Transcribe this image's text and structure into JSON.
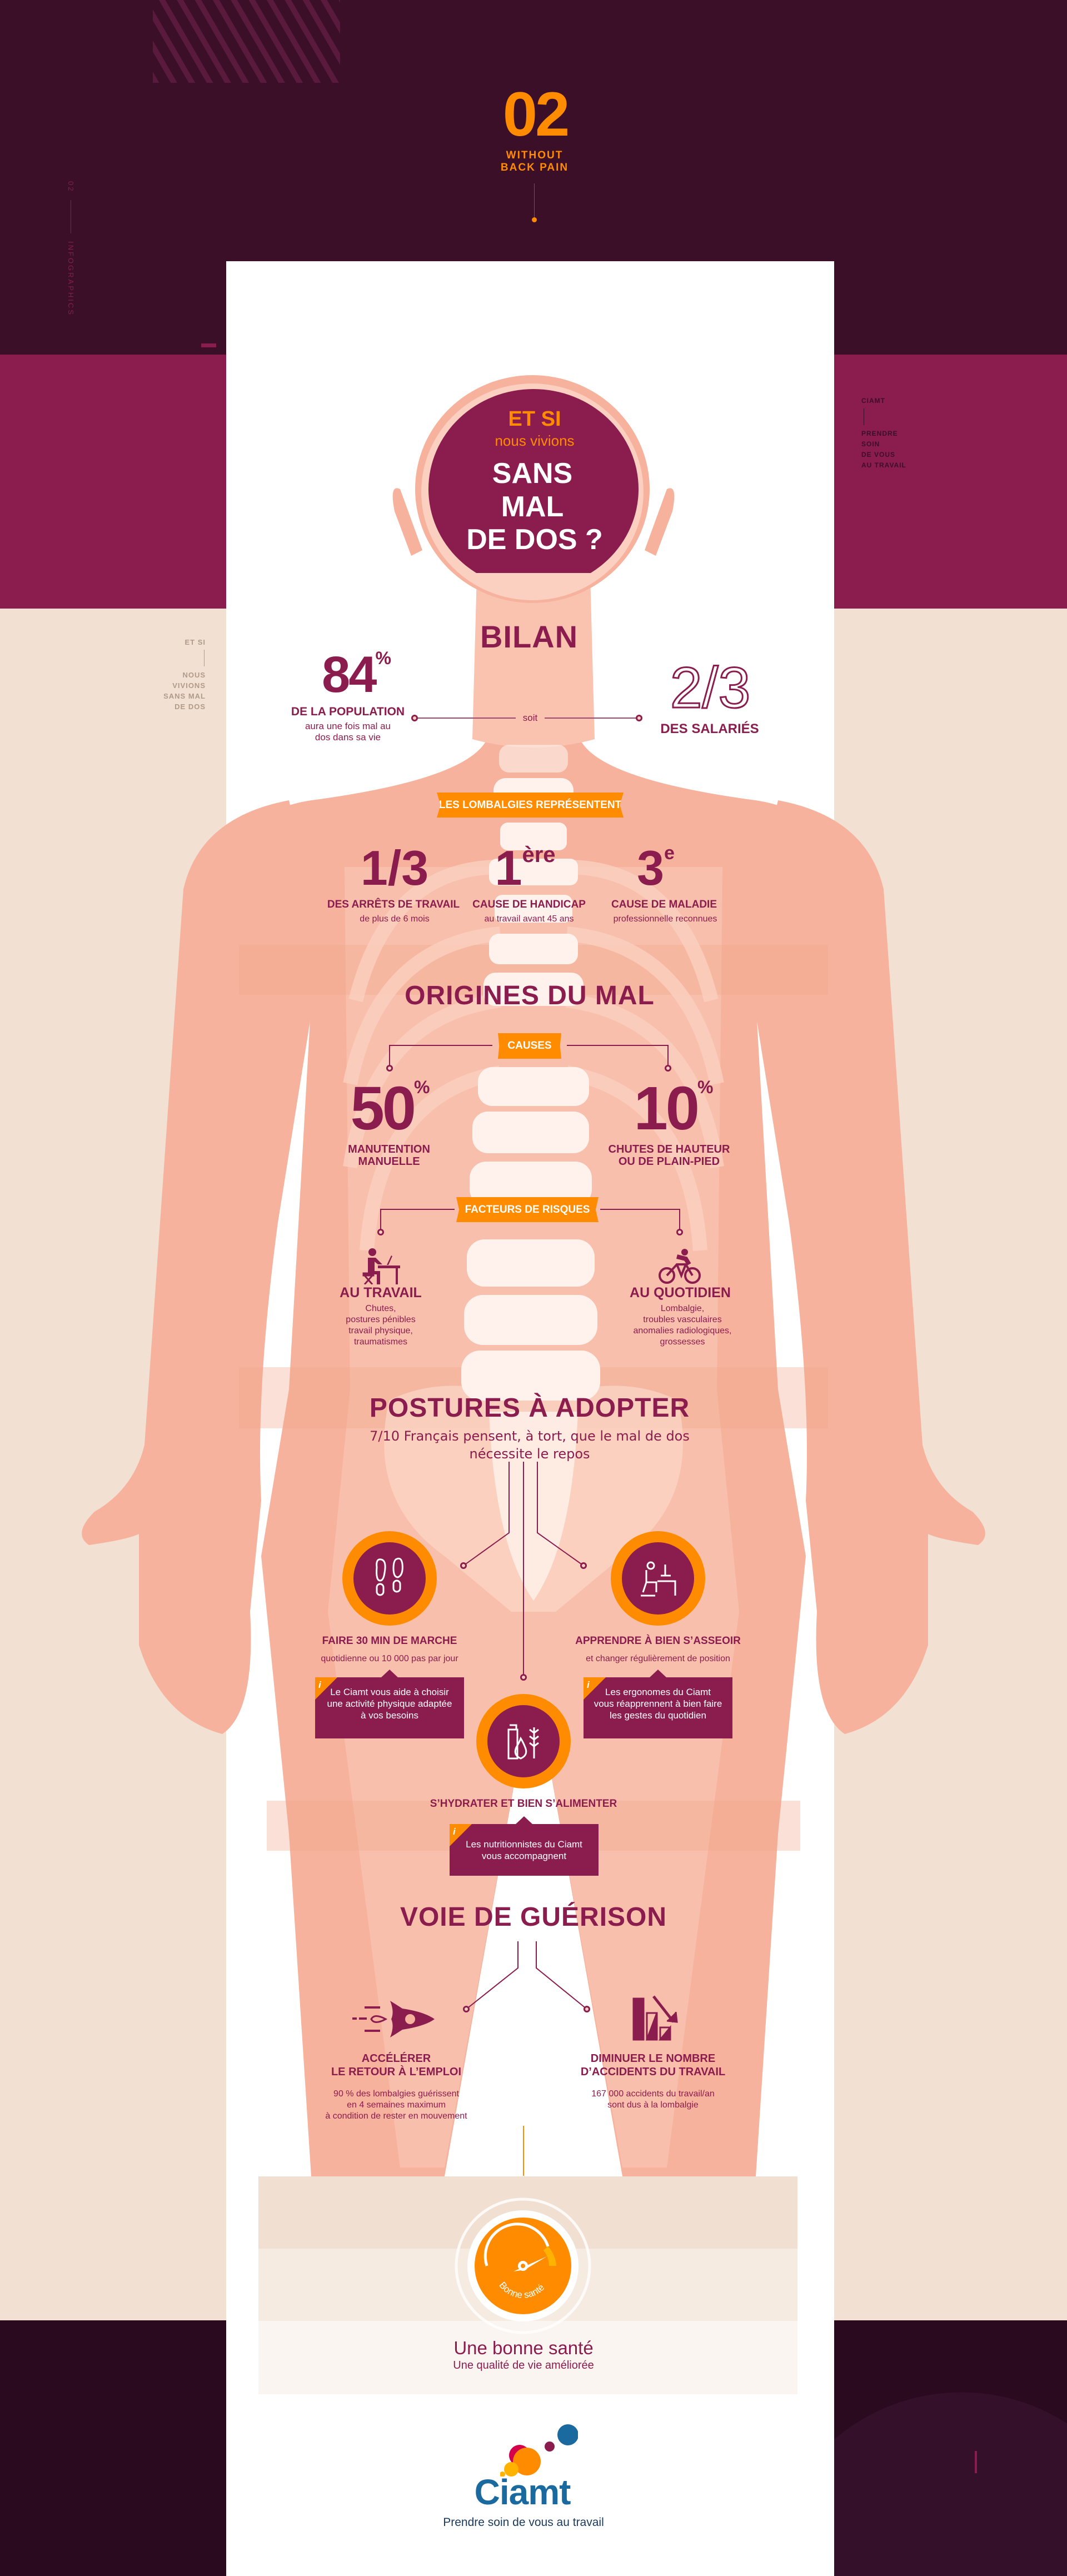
{
  "colors": {
    "dark": "#3a0f27",
    "magenta": "#8b1c4e",
    "orange": "#ff8c00",
    "beige": "#f2e0d2",
    "skin": "#f6b29c",
    "blue": "#1a6aa0"
  },
  "header": {
    "number": "02",
    "subtitle_line1": "WITHOUT",
    "subtitle_line2": "BACK PAIN",
    "side_number": "02",
    "side_label": "INFOGRAPHICS"
  },
  "right_side": {
    "brand": "CIAMT",
    "lines": [
      "PRENDRE",
      "SOIN",
      "DE VOUS",
      "AU TRAVAIL"
    ]
  },
  "left_side": {
    "top": "ET SI",
    "lines": [
      "NOUS",
      "VIVIONS",
      "SANS MAL",
      "DE DOS"
    ]
  },
  "head": {
    "line1": "ET SI",
    "line2": "nous vivions",
    "line3": "SANS",
    "line4": "MAL",
    "line5": "DE DOS ?"
  },
  "bilan": {
    "title": "BILAN",
    "left": {
      "value": "84",
      "unit": "%",
      "label": "DE LA POPULATION",
      "desc1": "aura une fois mal au",
      "desc2": "dos dans sa vie"
    },
    "connector": "soit",
    "right": {
      "value": "2/3",
      "label": "DES SALARIÉS"
    },
    "banner": "LES LOMBALGIES REPRÉSENTENT",
    "stats": [
      {
        "value": "1/3",
        "sup": "",
        "label": "DES ARRÊTS DE TRAVAIL",
        "desc": "de plus de 6 mois"
      },
      {
        "value": "1",
        "sup": "ère",
        "label": "CAUSE DE HANDICAP",
        "desc": "au travail avant 45 ans"
      },
      {
        "value": "3",
        "sup": "e",
        "label": "CAUSE DE MALADIE",
        "desc": "professionnelle reconnues"
      }
    ]
  },
  "origines": {
    "title": "ORIGINES DU MAL",
    "causes_banner": "CAUSES",
    "causes": [
      {
        "value": "50",
        "unit": "%",
        "label1": "MANUTENTION",
        "label2": "MANUELLE"
      },
      {
        "value": "10",
        "unit": "%",
        "label1": "CHUTES DE HAUTEUR",
        "label2": "OU DE PLAIN-PIED"
      }
    ],
    "risks_banner": "FACTEURS DE RISQUES",
    "risks": [
      {
        "icon": "desk-worker-icon",
        "title": "AU TRAVAIL",
        "lines": [
          "Chutes,",
          "postures pénibles",
          "travail physique,",
          "traumatismes"
        ]
      },
      {
        "icon": "cyclist-icon",
        "title": "AU QUOTIDIEN",
        "lines": [
          "Lombalgie,",
          "troubles vasculaires",
          "anomalies radiologiques,",
          "grossesses"
        ]
      }
    ]
  },
  "postures": {
    "title": "POSTURES À ADOPTER",
    "subtitle1": "7/10 Français pensent, à tort, que le mal de dos",
    "subtitle2": "nécessite le repos",
    "items": [
      {
        "icon": "footprints-icon",
        "title": "FAIRE 30 MIN DE MARCHE",
        "desc": "quotidienne ou 10 000 pas par jour",
        "info": [
          "Le Ciamt vous aide à choisir",
          "une activité physique adaptée",
          "à vos besoins"
        ]
      },
      {
        "icon": "office-chair-icon",
        "title": "APPRENDRE À BIEN S’ASSEOIR",
        "desc": "et changer régulièrement de position",
        "info": [
          "Les ergonomes du Ciamt",
          "vous réapprennent à bien faire",
          "les gestes du quotidien"
        ]
      },
      {
        "icon": "food-icon",
        "title": "S’HYDRATER ET BIEN S’ALIMENTER",
        "info": [
          "Les nutritionnistes du Ciamt",
          "vous accompagnent"
        ]
      }
    ],
    "info_glyph": "i"
  },
  "guerison": {
    "title": "VOIE DE GUÉRISON",
    "items": [
      {
        "icon": "rocket-icon",
        "title1": "ACCÉLÉRER",
        "title2": "LE RETOUR À L’EMPLOI",
        "lines": [
          "90 % des lombalgies guérissent",
          "en 4 semaines maximum",
          "à condition de rester en mouvement"
        ]
      },
      {
        "icon": "decreasing-chart-icon",
        "title1": "DIMINUER LE NOMBRE",
        "title2": "D’ACCIDENTS DU TRAVAIL",
        "lines": [
          "167 000 accidents du travail/an",
          "sont dus à la lombalgie"
        ]
      }
    ]
  },
  "result": {
    "gauge_label": "Bonne santé",
    "title": "Une bonne santé",
    "subtitle": "Une qualité de vie améliorée"
  },
  "footer": {
    "logo_text": "Ciamt",
    "tagline": "Prendre soin de vous au travail"
  }
}
